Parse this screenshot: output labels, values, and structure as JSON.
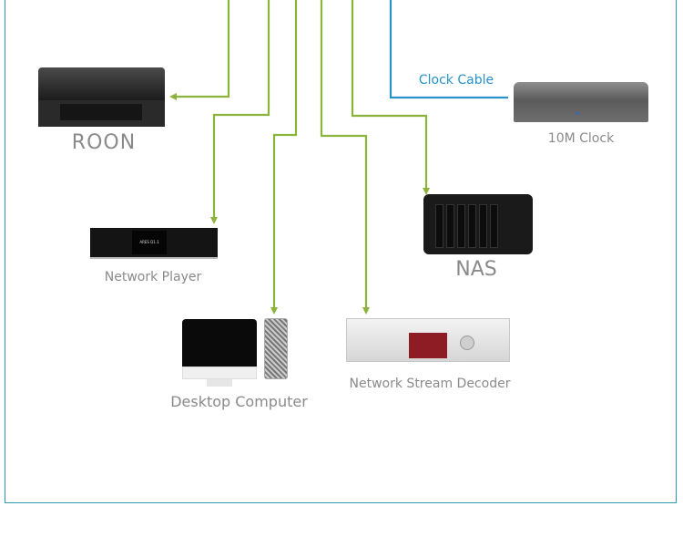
{
  "diagram": {
    "colors": {
      "network_line": "#8cb43c",
      "clock_line": "#2893c8",
      "frame": "#2b9bb0",
      "label": "#8a8a8a",
      "clock_label": "#2893c8"
    },
    "devices": [
      {
        "id": "roon",
        "label": "ROON",
        "icon": "mini-pc-server"
      },
      {
        "id": "network-player",
        "label": "Network Player",
        "icon": "network-player",
        "screen_text": "ARES D1.1"
      },
      {
        "id": "desktop",
        "label": "Desktop Computer",
        "icon": "imac-and-mac-pro"
      },
      {
        "id": "decoder",
        "label": "Network Stream Decoder",
        "icon": "hifi-decoder"
      },
      {
        "id": "nas",
        "label": "NAS",
        "icon": "nas-6-bay"
      },
      {
        "id": "clock",
        "label": "10M Clock",
        "icon": "master-clock"
      }
    ],
    "connections": [
      {
        "from": "top",
        "to": "roon",
        "type": "network"
      },
      {
        "from": "top",
        "to": "network-player",
        "type": "network"
      },
      {
        "from": "top",
        "to": "desktop",
        "type": "network"
      },
      {
        "from": "top",
        "to": "decoder",
        "type": "network"
      },
      {
        "from": "top",
        "to": "nas",
        "type": "network"
      },
      {
        "from": "top",
        "to": "clock",
        "type": "clock",
        "label": "Clock Cable"
      }
    ]
  }
}
